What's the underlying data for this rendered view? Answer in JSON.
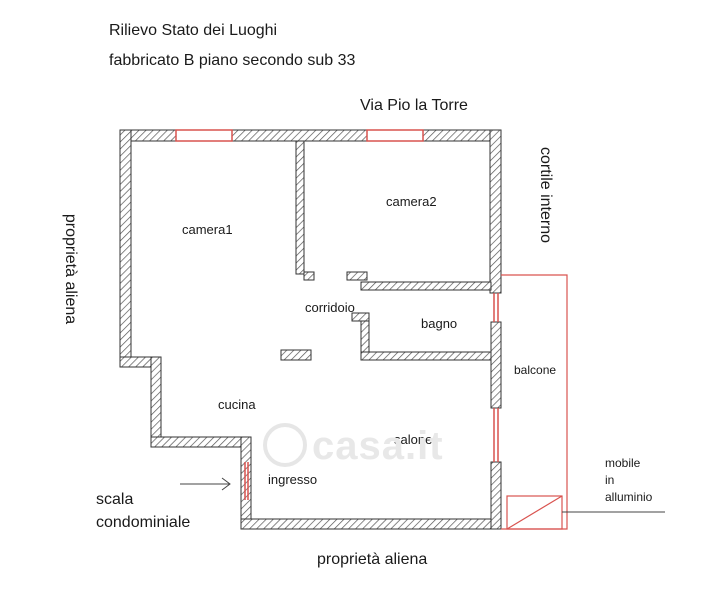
{
  "title": {
    "line1": "Rilievo Stato dei Luoghi",
    "line2": "fabbricato B piano secondo sub 33"
  },
  "labels": {
    "street": "Via Pio la Torre",
    "cortile": "cortile interno",
    "left_side": "proprietà aliena",
    "bottom_side": "proprietà aliena",
    "stair_line1": "scala",
    "stair_line2": "condominiale",
    "mobile_line1": "mobile",
    "mobile_line2": "in",
    "mobile_line3": "alluminio",
    "watermark": "casa.it"
  },
  "rooms": {
    "camera1": "camera1",
    "camera2": "camera2",
    "corridoio": "corridoio",
    "bagno": "bagno",
    "balcone": "balcone",
    "cucina": "cucina",
    "salone": "salone",
    "ingresso": "ingresso"
  },
  "colors": {
    "wall": "#333333",
    "window": "#d9534f",
    "balcony_outline": "#d9534f"
  }
}
